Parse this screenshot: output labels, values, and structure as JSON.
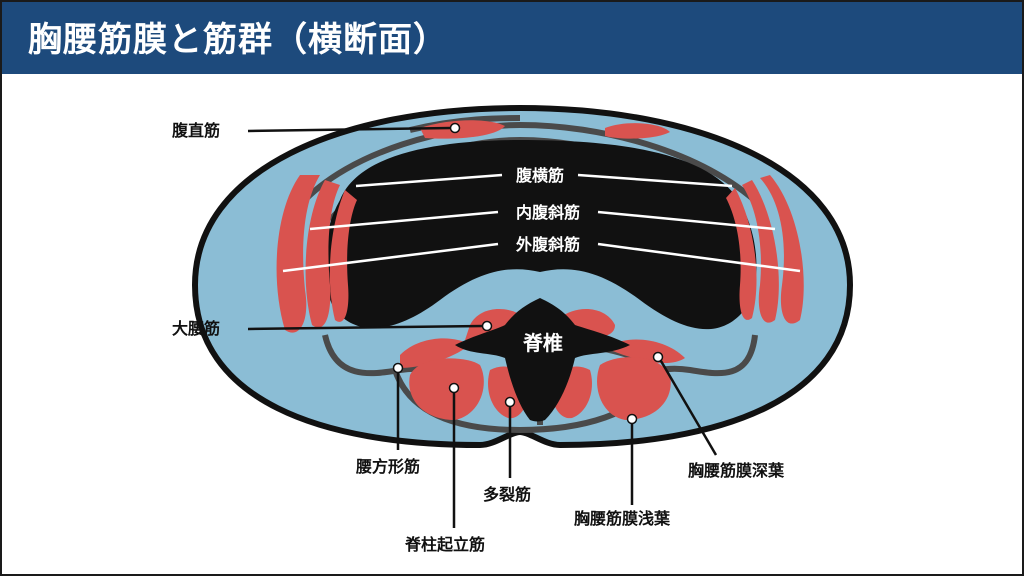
{
  "title": "胸腰筋膜と筋群（横断面）",
  "labels": {
    "rectus_abdominis": "腹直筋",
    "transversus_abdominis": "腹横筋",
    "internal_oblique": "内腹斜筋",
    "external_oblique": "外腹斜筋",
    "psoas_major": "大腰筋",
    "vertebra": "脊椎",
    "quadratus_lumborum": "腰方形筋",
    "multifidus": "多裂筋",
    "erector_spinae": "脊柱起立筋",
    "thoracolumbar_fascia_deep": "胸腰筋膜深葉",
    "thoracolumbar_fascia_superficial": "胸腰筋膜浅葉"
  },
  "colors": {
    "title_bar": "#1d4a7c",
    "body_fill": "#8bbdd5",
    "muscle_red": "#d9534f",
    "cavity_black": "#111111",
    "fascia_gray": "#4a4a4a"
  }
}
